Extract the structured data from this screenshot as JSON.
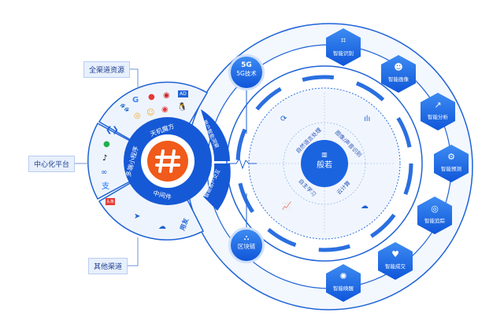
{
  "left_labels": {
    "all_channels": "全渠道资源",
    "central_platform": "中心化平台",
    "other_channels": "其他渠道"
  },
  "hub": {
    "ring": [
      "天机魔方",
      "多端小程序",
      "中间件"
    ],
    "bridge": [
      "用户智能洞察",
      "智能客户交互"
    ]
  },
  "channel_icons": {
    "top": [
      "baidu-icon",
      "google-icon",
      "search-icon",
      "weibo-icon",
      "red-icon",
      "ad-icon",
      "qq-icon",
      "smile-icon"
    ],
    "left": [
      "code-icon",
      "wechat-icon",
      "tiktok-icon",
      "link-icon",
      "alipay-icon",
      "toutiao-icon"
    ],
    "bottom": [
      "send-icon",
      "cloud-icon"
    ],
    "ad_text": "AD",
    "toutiao_text": "头条",
    "yongyou_text": "用友"
  },
  "tech_nodes": [
    {
      "label": "5G技术",
      "icon": "5G"
    },
    {
      "label": "区块链",
      "icon": "network-icon"
    }
  ],
  "core": {
    "title": "般若",
    "quadrants": [
      "自然语言处理",
      "图像/声音识别",
      "自主学习",
      "云计算"
    ]
  },
  "capabilities": [
    {
      "label": "智能识别",
      "icon": "face-scan-icon"
    },
    {
      "label": "智能画像",
      "icon": "user-icon"
    },
    {
      "label": "智能分析",
      "icon": "chart-icon"
    },
    {
      "label": "智能预测",
      "icon": "gear-icon"
    },
    {
      "label": "智能追踪",
      "icon": "target-icon"
    },
    {
      "label": "智能成交",
      "icon": "handshake-icon"
    },
    {
      "label": "智能唤醒",
      "icon": "bulb-icon"
    }
  ],
  "colors": {
    "primary": "#1565e0",
    "accent": "#f05a1a",
    "light": "#eaf2fd"
  }
}
